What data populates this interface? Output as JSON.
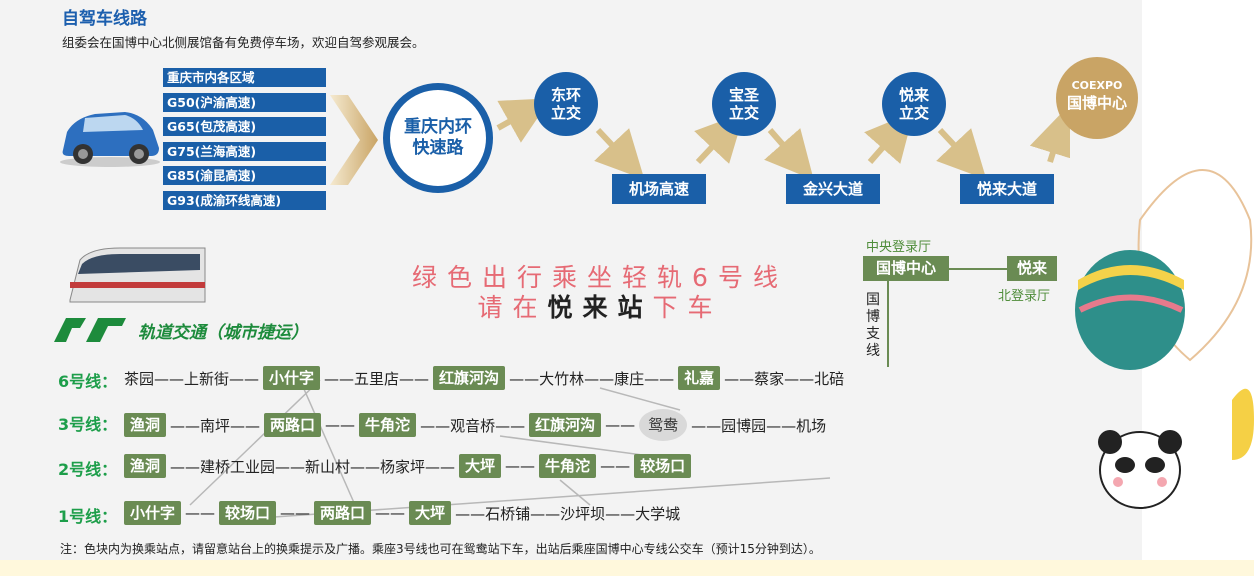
{
  "header": {
    "title": "自驾车线路",
    "subtitle": "组委会在国博中心北侧展馆备有免费停车场，欢迎自驾参观展会。"
  },
  "drive": {
    "entries": [
      "重庆市内各区域",
      "G50(沪渝高速)",
      "G65(包茂高速)",
      "G75(兰海高速)",
      "G85(渝昆高速)",
      "G93(成渝环线高速)"
    ],
    "main_ring": "重庆内环\n快速路",
    "interchanges": [
      "东环\n立交",
      "宝圣\n立交",
      "悦来\n立交"
    ],
    "roads": [
      "机场高速",
      "金兴大道",
      "悦来大道"
    ],
    "expo_brand": "COEXPO",
    "expo_name": "国博中心"
  },
  "rail": {
    "logo_text": "轨道交通（城市捷运）",
    "slogan_line1": "绿色出行乘坐轻轨6号线",
    "slogan_line2_pre": "请在",
    "slogan_line2_bold": "悦来站",
    "slogan_line2_post": "下车",
    "hall_central": "中央登录厅",
    "hall_north": "北登录厅",
    "expo_station": "国博中心",
    "yuelai_station": "悦来",
    "branch_line": "国\n博\n支\n线"
  },
  "lines": {
    "line6": {
      "label": "6号线：",
      "s": [
        "茶园——上新街——",
        "小什字",
        "——五里店——",
        "红旗河沟",
        "——大竹林——康庄——",
        "礼嘉",
        "——蔡家——北碚"
      ]
    },
    "line3": {
      "label": "3号线：",
      "s": [
        "渔洞",
        "——南坪——",
        "两路口",
        "——",
        "牛角沱",
        "——观音桥——",
        "红旗河沟",
        "——",
        "鸳鸯",
        "——园博园——机场"
      ]
    },
    "line2": {
      "label": "2号线：",
      "s": [
        "渔洞",
        "——建桥工业园——新山村——杨家坪——",
        "大坪",
        "——",
        "牛角沱",
        "——",
        "较场口"
      ]
    },
    "line1": {
      "label": "1号线：",
      "s": [
        "小什字",
        "——",
        "较场口",
        "——",
        "两路口",
        "——",
        "大坪",
        "——石桥铺——沙坪坝——大学城"
      ]
    }
  },
  "note": "注：色块内为换乘站点，请留意站台上的换乘提示及广播。乘座3号线也可在鸳鸯站下车，出站后乘座国博中心专线公交车（预计15分钟到达）。",
  "colors": {
    "blue": "#1a5fa8",
    "gold": "#c9a465",
    "green": "#6a8b53",
    "pink": "#e66a74",
    "line_label": "#1d9e4a"
  }
}
